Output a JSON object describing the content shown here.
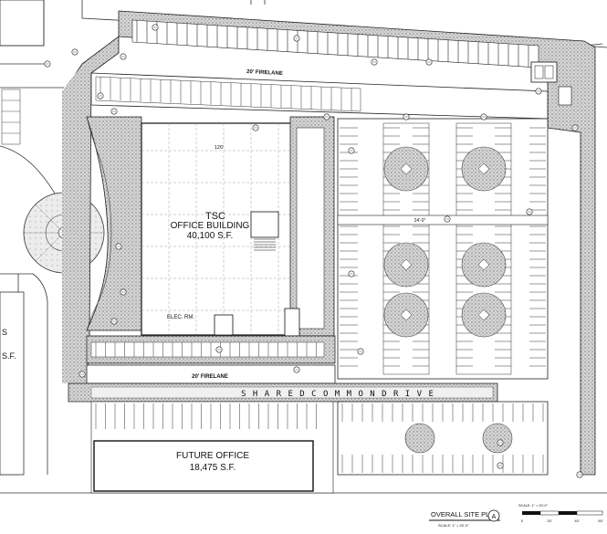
{
  "building": {
    "name": "TSC",
    "type": "OFFICE BUILDING",
    "area": "40,100 S.F.",
    "room_label": "ELEC. RM."
  },
  "future_office": {
    "name": "FUTURE OFFICE",
    "area": "18,475 S.F."
  },
  "labels": {
    "shared_drive": "S H A R E D   C O M M O N   D R I V E",
    "fire_lane": "20' FIRELANE",
    "dim_top": "120'",
    "dim_side": "24'-0\"",
    "left_building_letters": [
      "S",
      "S.F."
    ]
  },
  "title_block": {
    "title": "OVERALL SITE PLAN",
    "marker": "A",
    "scale_text": "SCALE: 1\" = 20'-0\"",
    "scalebar_ticks": [
      "0",
      "20'",
      "40'",
      "60'"
    ]
  },
  "colors": {
    "line": "#1a1a1a",
    "hatch": "#8a8a8a",
    "landscape": "#b5b5b5",
    "paper": "#ffffff"
  }
}
